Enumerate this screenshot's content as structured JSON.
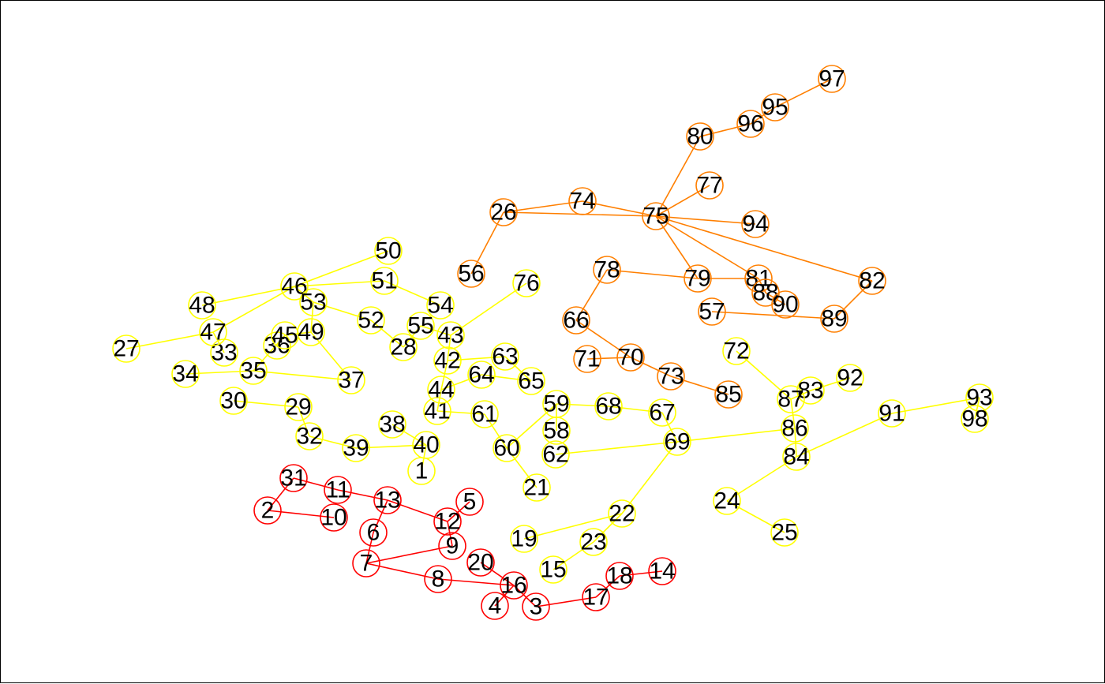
{
  "colors": {
    "red": "#ff0000",
    "orange": "#ff7f00",
    "yellow": "#ffff00"
  },
  "nodes": [
    {
      "id": "1",
      "group": "yellow"
    },
    {
      "id": "2",
      "group": "red"
    },
    {
      "id": "3",
      "group": "red"
    },
    {
      "id": "4",
      "group": "red"
    },
    {
      "id": "5",
      "group": "red"
    },
    {
      "id": "6",
      "group": "red"
    },
    {
      "id": "7",
      "group": "red"
    },
    {
      "id": "8",
      "group": "red"
    },
    {
      "id": "9",
      "group": "red"
    },
    {
      "id": "10",
      "group": "red"
    },
    {
      "id": "11",
      "group": "red"
    },
    {
      "id": "12",
      "group": "red"
    },
    {
      "id": "13",
      "group": "red"
    },
    {
      "id": "14",
      "group": "red"
    },
    {
      "id": "15",
      "group": "yellow"
    },
    {
      "id": "16",
      "group": "red"
    },
    {
      "id": "17",
      "group": "red"
    },
    {
      "id": "18",
      "group": "red"
    },
    {
      "id": "19",
      "group": "yellow"
    },
    {
      "id": "20",
      "group": "red"
    },
    {
      "id": "21",
      "group": "yellow"
    },
    {
      "id": "22",
      "group": "yellow"
    },
    {
      "id": "23",
      "group": "yellow"
    },
    {
      "id": "24",
      "group": "yellow"
    },
    {
      "id": "25",
      "group": "yellow"
    },
    {
      "id": "26",
      "group": "orange"
    },
    {
      "id": "27",
      "group": "yellow"
    },
    {
      "id": "28",
      "group": "yellow"
    },
    {
      "id": "29",
      "group": "yellow"
    },
    {
      "id": "30",
      "group": "yellow"
    },
    {
      "id": "31",
      "group": "red"
    },
    {
      "id": "32",
      "group": "yellow"
    },
    {
      "id": "33",
      "group": "yellow"
    },
    {
      "id": "34",
      "group": "yellow"
    },
    {
      "id": "35",
      "group": "yellow"
    },
    {
      "id": "36",
      "group": "yellow"
    },
    {
      "id": "37",
      "group": "yellow"
    },
    {
      "id": "38",
      "group": "yellow"
    },
    {
      "id": "39",
      "group": "yellow"
    },
    {
      "id": "40",
      "group": "yellow"
    },
    {
      "id": "41",
      "group": "yellow"
    },
    {
      "id": "42",
      "group": "yellow"
    },
    {
      "id": "43",
      "group": "yellow"
    },
    {
      "id": "44",
      "group": "yellow"
    },
    {
      "id": "45",
      "group": "yellow"
    },
    {
      "id": "46",
      "group": "yellow"
    },
    {
      "id": "47",
      "group": "yellow"
    },
    {
      "id": "48",
      "group": "yellow"
    },
    {
      "id": "49",
      "group": "yellow"
    },
    {
      "id": "50",
      "group": "yellow"
    },
    {
      "id": "51",
      "group": "yellow"
    },
    {
      "id": "52",
      "group": "yellow"
    },
    {
      "id": "53",
      "group": "yellow"
    },
    {
      "id": "54",
      "group": "yellow"
    },
    {
      "id": "55",
      "group": "yellow"
    },
    {
      "id": "56",
      "group": "orange"
    },
    {
      "id": "57",
      "group": "orange"
    },
    {
      "id": "58",
      "group": "yellow"
    },
    {
      "id": "59",
      "group": "yellow"
    },
    {
      "id": "60",
      "group": "yellow"
    },
    {
      "id": "61",
      "group": "yellow"
    },
    {
      "id": "62",
      "group": "yellow"
    },
    {
      "id": "63",
      "group": "yellow"
    },
    {
      "id": "64",
      "group": "yellow"
    },
    {
      "id": "65",
      "group": "yellow"
    },
    {
      "id": "66",
      "group": "orange"
    },
    {
      "id": "67",
      "group": "yellow"
    },
    {
      "id": "68",
      "group": "yellow"
    },
    {
      "id": "69",
      "group": "yellow"
    },
    {
      "id": "70",
      "group": "orange"
    },
    {
      "id": "71",
      "group": "orange"
    },
    {
      "id": "72",
      "group": "yellow"
    },
    {
      "id": "73",
      "group": "orange"
    },
    {
      "id": "74",
      "group": "orange"
    },
    {
      "id": "75",
      "group": "orange"
    },
    {
      "id": "76",
      "group": "yellow"
    },
    {
      "id": "77",
      "group": "orange"
    },
    {
      "id": "78",
      "group": "orange"
    },
    {
      "id": "79",
      "group": "orange"
    },
    {
      "id": "80",
      "group": "orange"
    },
    {
      "id": "81",
      "group": "orange"
    },
    {
      "id": "82",
      "group": "orange"
    },
    {
      "id": "83",
      "group": "yellow"
    },
    {
      "id": "84",
      "group": "yellow"
    },
    {
      "id": "85",
      "group": "orange"
    },
    {
      "id": "86",
      "group": "yellow"
    },
    {
      "id": "87",
      "group": "yellow"
    },
    {
      "id": "88",
      "group": "orange"
    },
    {
      "id": "89",
      "group": "orange"
    },
    {
      "id": "90",
      "group": "orange"
    },
    {
      "id": "91",
      "group": "yellow"
    },
    {
      "id": "92",
      "group": "yellow"
    },
    {
      "id": "93",
      "group": "yellow"
    },
    {
      "id": "94",
      "group": "orange"
    },
    {
      "id": "95",
      "group": "orange"
    },
    {
      "id": "96",
      "group": "orange"
    },
    {
      "id": "97",
      "group": "orange"
    },
    {
      "id": "98",
      "group": "yellow"
    }
  ],
  "edges": [
    [
      "31",
      "2"
    ],
    [
      "2",
      "10"
    ],
    [
      "31",
      "11"
    ],
    [
      "11",
      "13"
    ],
    [
      "13",
      "12"
    ],
    [
      "12",
      "5"
    ],
    [
      "12",
      "9"
    ],
    [
      "13",
      "6"
    ],
    [
      "6",
      "7"
    ],
    [
      "7",
      "9"
    ],
    [
      "7",
      "8"
    ],
    [
      "8",
      "16"
    ],
    [
      "20",
      "16"
    ],
    [
      "16",
      "4"
    ],
    [
      "16",
      "3"
    ],
    [
      "3",
      "17"
    ],
    [
      "17",
      "18"
    ],
    [
      "18",
      "14"
    ],
    [
      "26",
      "74"
    ],
    [
      "74",
      "75"
    ],
    [
      "26",
      "75"
    ],
    [
      "26",
      "56"
    ],
    [
      "75",
      "80"
    ],
    [
      "80",
      "96"
    ],
    [
      "96",
      "95"
    ],
    [
      "95",
      "97"
    ],
    [
      "75",
      "77"
    ],
    [
      "75",
      "94"
    ],
    [
      "75",
      "79"
    ],
    [
      "75",
      "81"
    ],
    [
      "75",
      "82"
    ],
    [
      "82",
      "89"
    ],
    [
      "57",
      "89"
    ],
    [
      "78",
      "79"
    ],
    [
      "79",
      "81"
    ],
    [
      "81",
      "88"
    ],
    [
      "88",
      "90"
    ],
    [
      "78",
      "66"
    ],
    [
      "66",
      "70"
    ],
    [
      "71",
      "70"
    ],
    [
      "70",
      "73"
    ],
    [
      "73",
      "85"
    ],
    [
      "27",
      "47"
    ],
    [
      "48",
      "46"
    ],
    [
      "46",
      "50"
    ],
    [
      "46",
      "51"
    ],
    [
      "46",
      "47"
    ],
    [
      "46",
      "53"
    ],
    [
      "47",
      "33"
    ],
    [
      "53",
      "52"
    ],
    [
      "53",
      "49"
    ],
    [
      "45",
      "49"
    ],
    [
      "36",
      "45"
    ],
    [
      "49",
      "37"
    ],
    [
      "34",
      "35"
    ],
    [
      "35",
      "37"
    ],
    [
      "35",
      "45"
    ],
    [
      "51",
      "54"
    ],
    [
      "52",
      "28"
    ],
    [
      "28",
      "55"
    ],
    [
      "55",
      "43"
    ],
    [
      "43",
      "76"
    ],
    [
      "43",
      "42"
    ],
    [
      "42",
      "63"
    ],
    [
      "63",
      "65"
    ],
    [
      "42",
      "44"
    ],
    [
      "44",
      "64"
    ],
    [
      "64",
      "65"
    ],
    [
      "44",
      "41"
    ],
    [
      "41",
      "61"
    ],
    [
      "61",
      "60"
    ],
    [
      "60",
      "21"
    ],
    [
      "60",
      "59"
    ],
    [
      "59",
      "58"
    ],
    [
      "59",
      "68"
    ],
    [
      "68",
      "67"
    ],
    [
      "67",
      "69"
    ],
    [
      "69",
      "62"
    ],
    [
      "69",
      "22"
    ],
    [
      "69",
      "86"
    ],
    [
      "22",
      "19"
    ],
    [
      "22",
      "23"
    ],
    [
      "23",
      "15"
    ],
    [
      "30",
      "29"
    ],
    [
      "29",
      "32"
    ],
    [
      "32",
      "39"
    ],
    [
      "39",
      "40"
    ],
    [
      "38",
      "40"
    ],
    [
      "40",
      "1"
    ],
    [
      "72",
      "87"
    ],
    [
      "87",
      "83"
    ],
    [
      "83",
      "92"
    ],
    [
      "87",
      "86"
    ],
    [
      "86",
      "84"
    ],
    [
      "84",
      "24"
    ],
    [
      "24",
      "25"
    ],
    [
      "84",
      "91"
    ],
    [
      "91",
      "93"
    ],
    [
      "93",
      "98"
    ]
  ]
}
